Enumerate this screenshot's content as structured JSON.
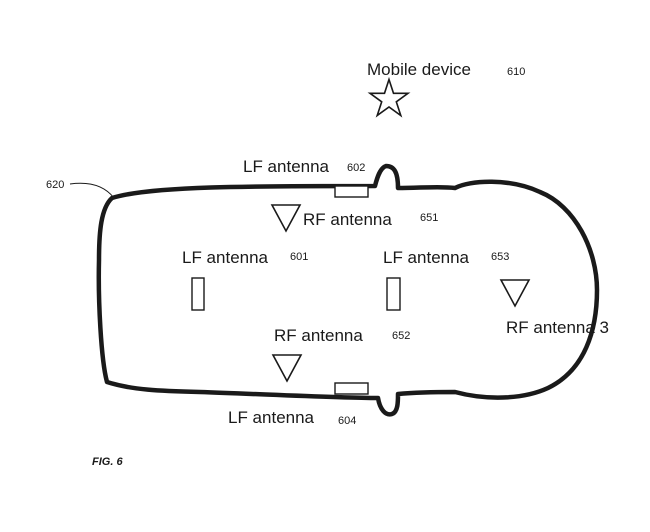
{
  "mobile_device": {
    "label": "Mobile device",
    "ref": "610"
  },
  "vehicle": {
    "ref": "620"
  },
  "lf_antennas": [
    {
      "label": "LF antenna",
      "ref": "602"
    },
    {
      "label": "LF antenna",
      "ref": "601"
    },
    {
      "label": "LF antenna",
      "ref": "653"
    },
    {
      "label": "LF antenna",
      "ref": "604"
    }
  ],
  "rf_antennas": [
    {
      "label": "RF antenna",
      "ref": "651"
    },
    {
      "label": "RF antenna",
      "ref": "652"
    },
    {
      "label": "RF antenna 3",
      "ref": ""
    }
  ],
  "figure_label": "FIG. 6",
  "colors": {
    "line": "#1a1a1a",
    "background": "#ffffff"
  },
  "icons": {
    "mobile_device": "star-outline",
    "rf_antenna": "triangle-down-outline",
    "lf_antenna": "rectangle-outline"
  }
}
